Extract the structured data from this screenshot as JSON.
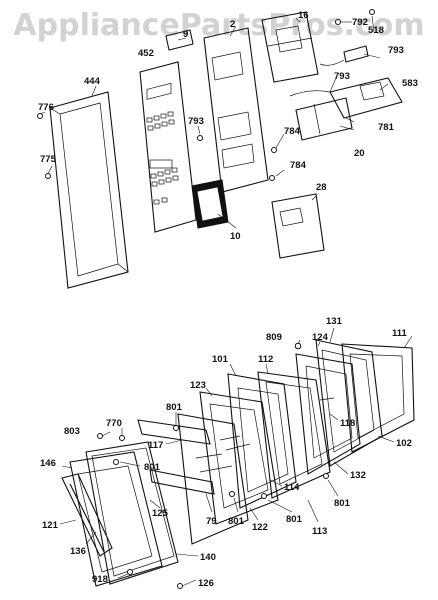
{
  "watermark": "AppliancePartsPros.com",
  "callouts": {
    "c9": "9",
    "c2": "2",
    "c16": "16",
    "c792": "792",
    "c518": "518",
    "c452": "452",
    "c444": "444",
    "c793a": "793",
    "c583": "583",
    "c776": "776",
    "c793b": "793",
    "c793c": "793",
    "c781": "781",
    "c784a": "784",
    "c20": "20",
    "c775": "775",
    "c784b": "784",
    "c28": "28",
    "c10": "10",
    "c809": "809",
    "c131": "131",
    "c111": "111",
    "c124": "124",
    "c101": "101",
    "c112": "112",
    "c123": "123",
    "c118": "118",
    "c801a": "801",
    "c770": "770",
    "c803": "803",
    "c117": "117",
    "c102": "102",
    "c801b": "801",
    "c146": "146",
    "c132": "132",
    "c114": "114",
    "c801c": "801",
    "c121": "121",
    "c125": "125",
    "c79": "79",
    "c801d": "801",
    "c122": "122",
    "c801e": "801",
    "c113": "113",
    "c136": "136",
    "c140": "140",
    "c918": "918",
    "c126": "126"
  }
}
